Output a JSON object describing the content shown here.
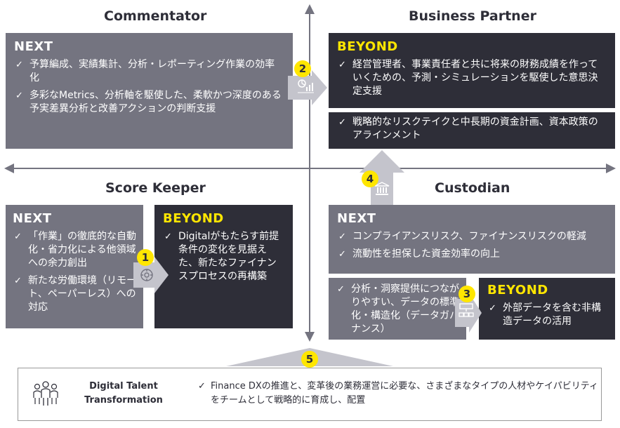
{
  "colors": {
    "gray": "#747480",
    "dark": "#2e2e38",
    "yellow": "#ffe600",
    "axis": "#747480"
  },
  "quadrants": {
    "commentator": {
      "title": "Commentator",
      "box_title": "NEXT",
      "items": [
        "予算編成、実績集計、分析・レポーティング作業の効率化",
        "多彩なMetrics、分析軸を駆使した、柔軟かつ深度のある予実差異分析と改善アクションの判断支援"
      ]
    },
    "business_partner": {
      "title": "Business Partner",
      "box_title": "BEYOND",
      "items": [
        "経営管理者、事業責任者と共に将来の財務成績を作っていくための、予測・シミュレーションを駆使した意思決定支援"
      ],
      "extra_items": [
        "戦略的なリスクテイクと中長期の資金計画、資本政策のアラインメント"
      ]
    },
    "score_keeper": {
      "title": "Score Keeper",
      "next_title": "NEXT",
      "next_items": [
        "「作業」の徹底的な自動化・省力化による他領域への余力創出",
        "新たな労働環境（リモート、ペーパーレス）への対応"
      ],
      "beyond_title": "BEYOND",
      "beyond_items": [
        "Digitalがもたらす前提条件の変化を見据えた、新たなファイナンスプロセスの再構築"
      ]
    },
    "custodian": {
      "title": "Custodian",
      "next_title": "NEXT",
      "next_items": [
        "コンプライアンスリスク、ファイナンスリスクの軽減",
        "流動性を担保した資金効率の向上"
      ],
      "sub_items": [
        "分析・洞察提供につながりやすい、データの標準化・構造化（データガバナンス）"
      ],
      "beyond_title": "BEYOND",
      "beyond_items": [
        "外部データを含む非構造データの活用"
      ]
    }
  },
  "steps": [
    "1",
    "2",
    "3",
    "4",
    "5"
  ],
  "icons": {
    "step1": "gear-cycle-icon",
    "step2": "chart-report-icon",
    "step3": "data-structure-icon",
    "step4": "bank-icon",
    "footer": "people-group-icon"
  },
  "footer": {
    "label_line1": "Digital Talent",
    "label_line2": "Transformation",
    "text_line1": "Finance DXの推進と、変革後の業務運営に必要な、さまざまなタイプの人材やケイパビリティ",
    "text_line2": "をチームとして戦略的に育成し、配置"
  }
}
